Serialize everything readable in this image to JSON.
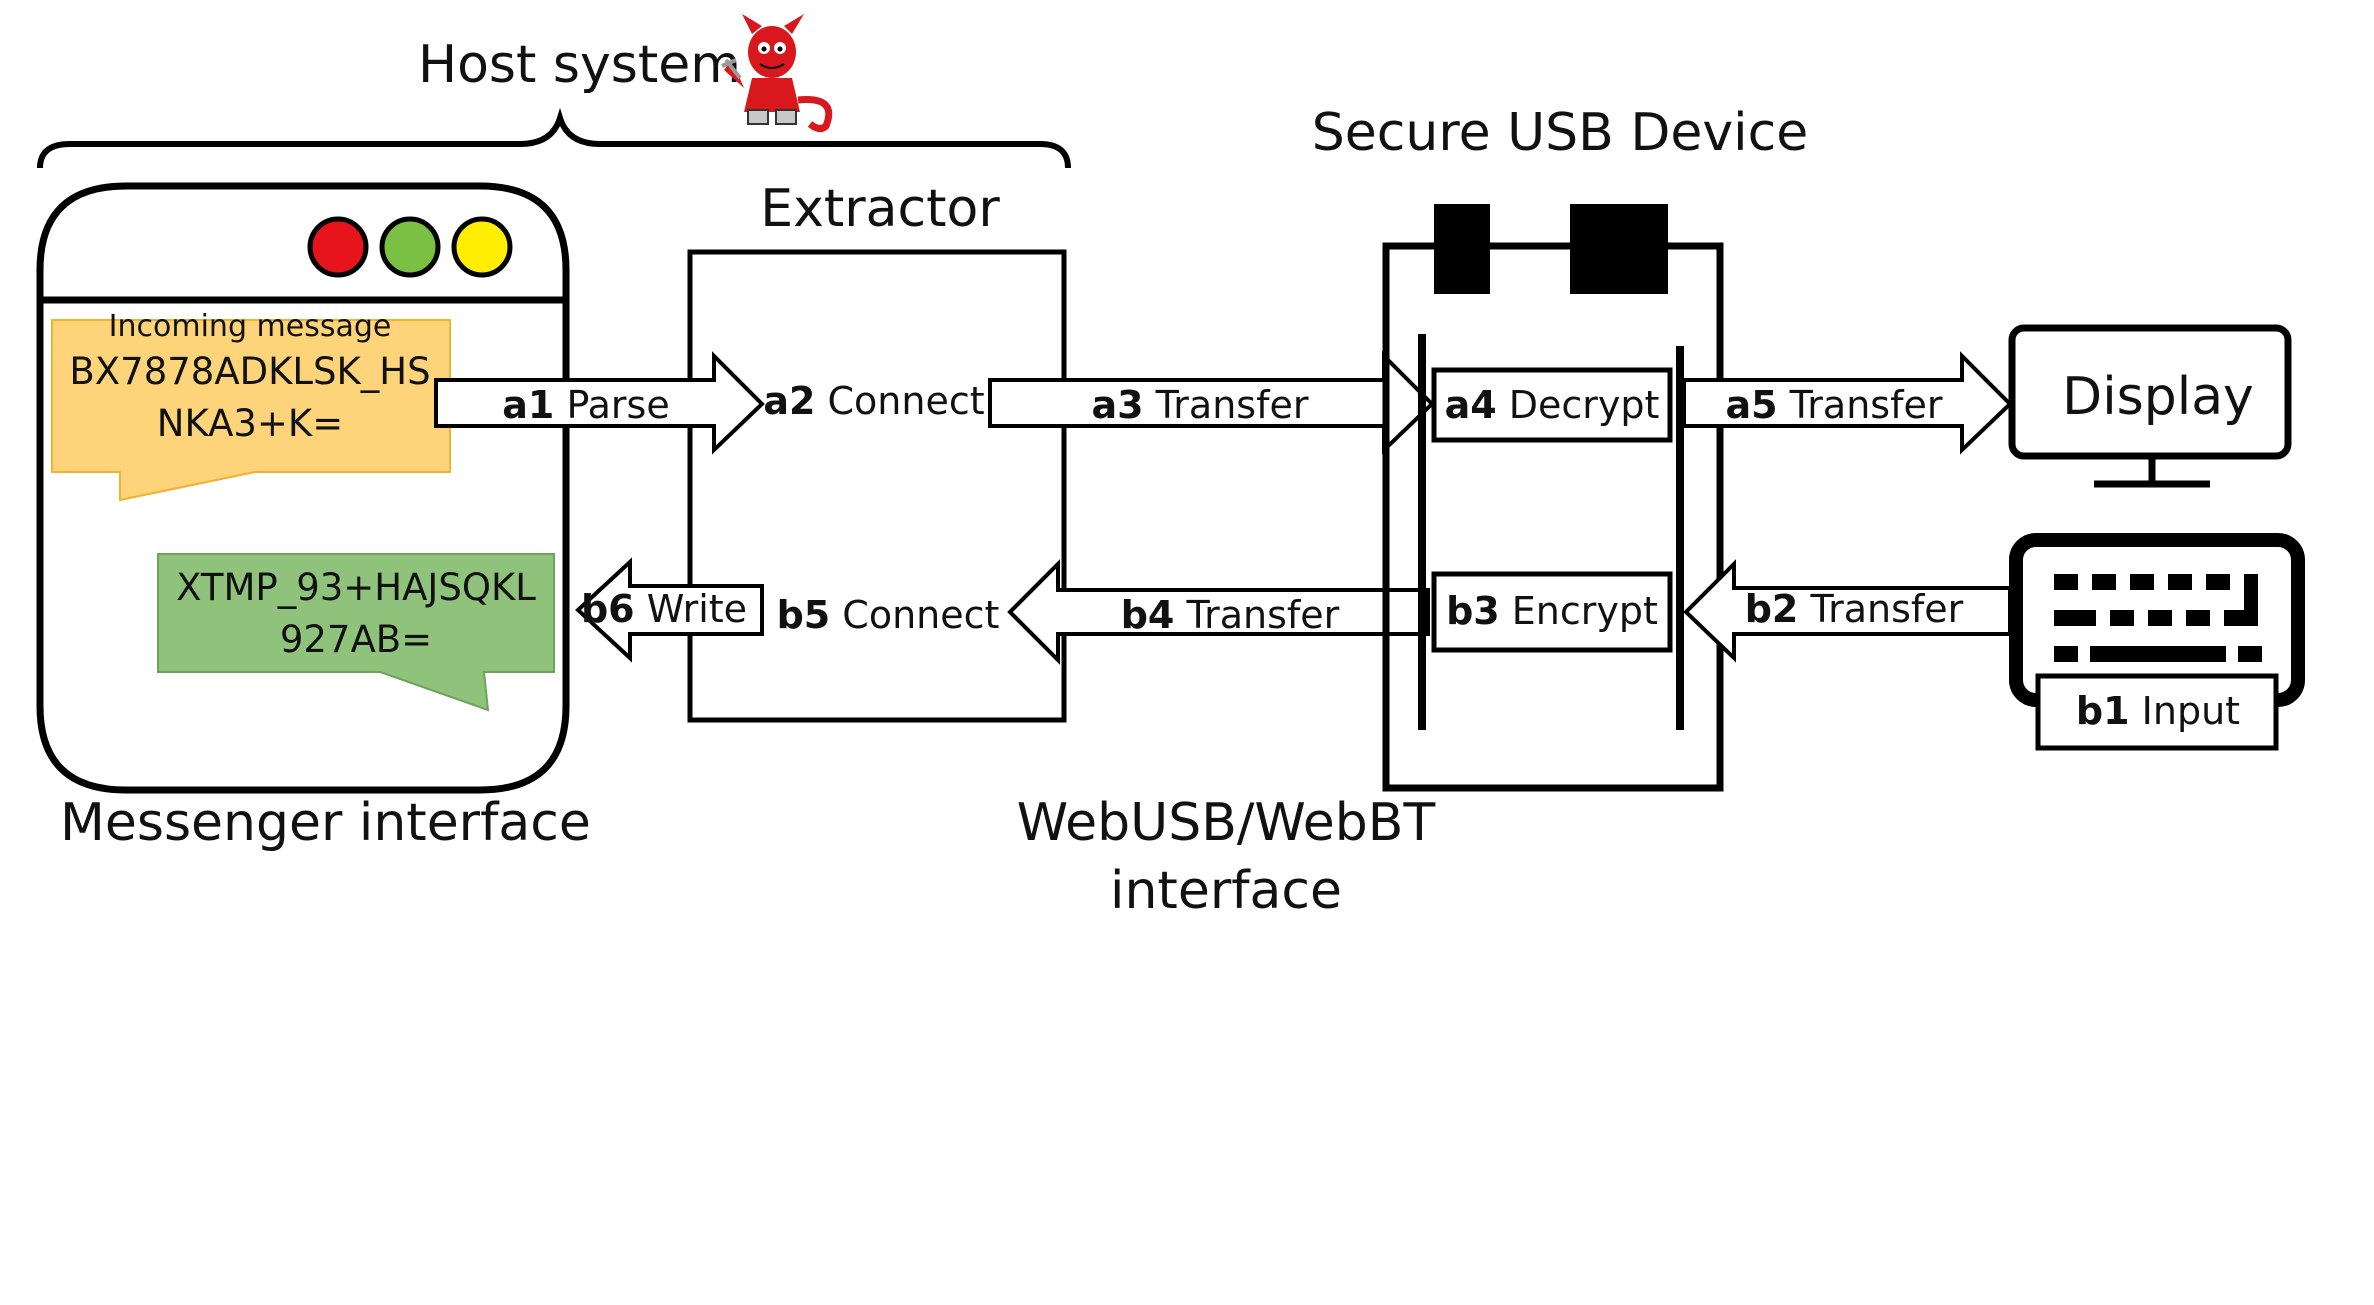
{
  "host_system": {
    "label": "Host system"
  },
  "messenger": {
    "caption": "Messenger interface",
    "incoming_label": "Incoming message",
    "incoming_line1": "BX7878ADKLSK_HS",
    "incoming_line2": "NKA3+K=",
    "outgoing_line1": "XTMP_93+HAJSQKL",
    "outgoing_line2": "927AB=",
    "lights": [
      "#e8141c",
      "#7ac143",
      "#ffee00"
    ]
  },
  "extractor": {
    "title": "Extractor"
  },
  "usb_device": {
    "title": "Secure USB Device"
  },
  "webusb": {
    "line1": "WebUSB/WebBT",
    "line2": "interface"
  },
  "display": {
    "label": "Display"
  },
  "steps": {
    "a1": {
      "id": "a1",
      "text": " Parse"
    },
    "a2": {
      "id": "a2",
      "text": " Connect"
    },
    "a3": {
      "id": "a3",
      "text": " Transfer"
    },
    "a4": {
      "id": "a4",
      "text": " Decrypt"
    },
    "a5": {
      "id": "a5",
      "text": " Transfer"
    },
    "b1": {
      "id": "b1",
      "text": " Input"
    },
    "b2": {
      "id": "b2",
      "text": " Transfer"
    },
    "b3": {
      "id": "b3",
      "text": " Encrypt"
    },
    "b4": {
      "id": "b4",
      "text": " Transfer"
    },
    "b5": {
      "id": "b5",
      "text": " Connect"
    },
    "b6": {
      "id": "b6",
      "text": " Write"
    }
  },
  "colors": {
    "incoming_fill": "#fdd47a",
    "incoming_stroke": "#f2b12e",
    "outgoing_fill": "#8fc27a",
    "outgoing_stroke": "#6ea35a",
    "daemon_red": "#d9181e"
  },
  "icons": [
    "daemon-mascot-icon",
    "monitor-icon",
    "keyboard-icon"
  ]
}
